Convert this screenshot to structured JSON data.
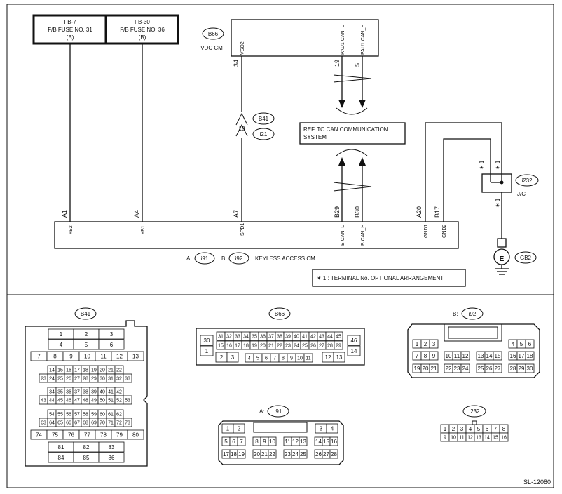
{
  "fuses": [
    {
      "l1": "FB-7",
      "l2": "F/B FUSE NO. 31",
      "l3": "(B)"
    },
    {
      "l1": "FB-30",
      "l2": "F/B FUSE NO. 36",
      "l3": "(B)"
    }
  ],
  "vdc": {
    "badge": "B66",
    "label": "VDC CM",
    "pins": [
      {
        "num": "34",
        "name": "VSO2"
      },
      {
        "num": "19",
        "name": "PAU1 CAN_L"
      },
      {
        "num": "5",
        "name": "PAU1 CAN_H"
      }
    ]
  },
  "b41_tag": "B41",
  "i21_tag": "i21",
  "inline_pin": "18",
  "can_ref": {
    "l1": "REF. TO CAN COMMUNICATION",
    "l2": "SYSTEM"
  },
  "jc": {
    "badge": "i232",
    "label": "J/C",
    "star": "✶ 1"
  },
  "ground": {
    "badge": "GB2",
    "symbol": "E"
  },
  "keyless": {
    "pins": [
      {
        "code": "A1",
        "name": "+B2"
      },
      {
        "code": "A4",
        "name": "+B1"
      },
      {
        "code": "A7",
        "name": "SPD1"
      },
      {
        "code": "B29",
        "name": "B CAN_L"
      },
      {
        "code": "B30",
        "name": "B CAN_H"
      },
      {
        "code": "A20",
        "name": "GND1"
      },
      {
        "code": "B17",
        "name": "GND2"
      }
    ],
    "a_prefix": "A:",
    "a_badge": "i91",
    "b_prefix": "B:",
    "b_badge": "i92",
    "label": "KEYLESS ACCESS CM"
  },
  "note": "✶ 1  : TERMINAL No. OPTIONAL ARRANGEMENT",
  "connectors": {
    "b41": {
      "badge": "B41",
      "rows": [
        [
          "1",
          "2",
          "3"
        ],
        [
          "4",
          "5",
          "6"
        ],
        [
          "7",
          "8",
          "9",
          "10",
          "11",
          "12",
          "13"
        ],
        [
          "14",
          "15",
          "16",
          "17",
          "18",
          "19",
          "20",
          "21",
          "22"
        ],
        [
          "23",
          "24",
          "25",
          "26",
          "27",
          "28",
          "29",
          "30",
          "31",
          "32",
          "33"
        ],
        [
          "34",
          "35",
          "36",
          "37",
          "38",
          "39",
          "40",
          "41",
          "42"
        ],
        [
          "43",
          "44",
          "45",
          "46",
          "47",
          "48",
          "49",
          "50",
          "51",
          "52",
          "53"
        ],
        [
          "54",
          "55",
          "56",
          "57",
          "58",
          "59",
          "60",
          "61",
          "62"
        ],
        [
          "63",
          "64",
          "65",
          "66",
          "67",
          "68",
          "69",
          "70",
          "71",
          "72",
          "73"
        ],
        [
          "74",
          "75",
          "76",
          "77",
          "78",
          "79",
          "80"
        ],
        [
          "81",
          "82",
          "83"
        ],
        [
          "84",
          "85",
          "86"
        ]
      ]
    },
    "b66": {
      "badge": "B66",
      "left": [
        "30",
        "1",
        "2",
        "3"
      ],
      "top": [
        "31",
        "32",
        "33",
        "34",
        "35",
        "36",
        "37",
        "38",
        "39",
        "40",
        "41",
        "42",
        "43",
        "44",
        "45"
      ],
      "mid": [
        "15",
        "16",
        "17",
        "18",
        "19",
        "20",
        "21",
        "22",
        "23",
        "24",
        "25",
        "26",
        "27",
        "28",
        "29"
      ],
      "bot": [
        "4",
        "5",
        "6",
        "7",
        "8",
        "9",
        "10",
        "11"
      ],
      "right_low": [
        "12",
        "13"
      ],
      "right": [
        "46",
        "14"
      ]
    },
    "i92": {
      "prefix": "B:",
      "badge": "i92",
      "r1a": [
        "1",
        "2",
        "3"
      ],
      "r1b": [
        "4",
        "5",
        "6"
      ],
      "r2a": [
        "7",
        "8",
        "9"
      ],
      "r2b": [
        "10",
        "11",
        "12"
      ],
      "r2c": [
        "13",
        "14",
        "15"
      ],
      "r2d": [
        "16",
        "17",
        "18"
      ],
      "r3a": [
        "19",
        "20",
        "21"
      ],
      "r3b": [
        "22",
        "23",
        "24"
      ],
      "r3c": [
        "25",
        "26",
        "27"
      ],
      "r3d": [
        "28",
        "29",
        "30"
      ]
    },
    "i91": {
      "prefix": "A:",
      "badge": "i91",
      "r1a": [
        "1",
        "2"
      ],
      "r1b": [
        "3",
        "4"
      ],
      "r2a": [
        "5",
        "6",
        "7"
      ],
      "r2b": [
        "8",
        "9",
        "10"
      ],
      "r2c": [
        "11",
        "12",
        "13"
      ],
      "r2d": [
        "14",
        "15",
        "16"
      ],
      "r3a": [
        "17",
        "18",
        "19"
      ],
      "r3b": [
        "20",
        "21",
        "22"
      ],
      "r3c": [
        "23",
        "24",
        "25"
      ],
      "r3d": [
        "26",
        "27",
        "28"
      ]
    },
    "i232": {
      "badge": "i232",
      "r1": [
        "1",
        "2",
        "3",
        "4",
        "5",
        "6",
        "7",
        "8"
      ],
      "r2": [
        "9",
        "10",
        "11",
        "12",
        "13",
        "14",
        "15",
        "16"
      ]
    }
  },
  "diagram_id": "SL-12080"
}
